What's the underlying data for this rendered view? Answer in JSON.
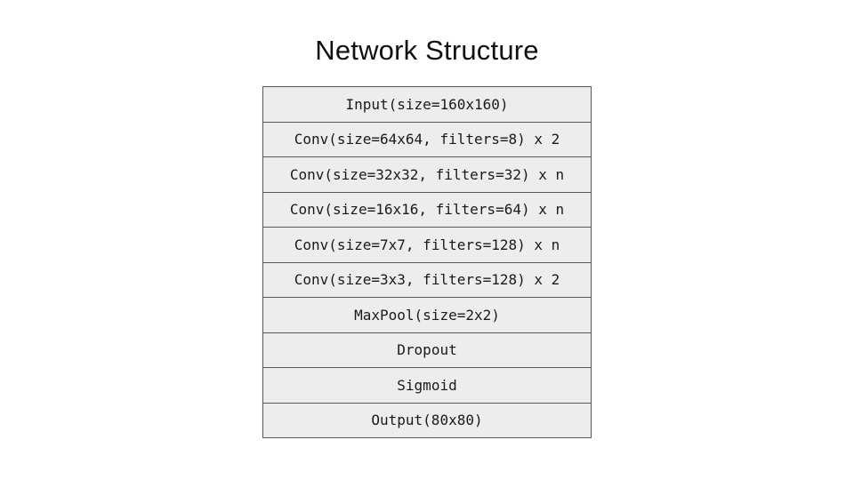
{
  "title": "Network Structure",
  "diagram": {
    "layers": [
      "Input(size=160x160)",
      "Conv(size=64x64, filters=8) x 2",
      "Conv(size=32x32, filters=32) x n",
      "Conv(size=16x16, filters=64) x n",
      "Conv(size=7x7, filters=128) x n",
      "Conv(size=3x3, filters=128) x 2",
      "MaxPool(size=2x2)",
      "Dropout",
      "Sigmoid",
      "Output(80x80)"
    ]
  },
  "colors": {
    "bg": "#ffffff",
    "box-fill": "#ededed",
    "box-border": "#595959",
    "text": "#1a1a1a"
  }
}
